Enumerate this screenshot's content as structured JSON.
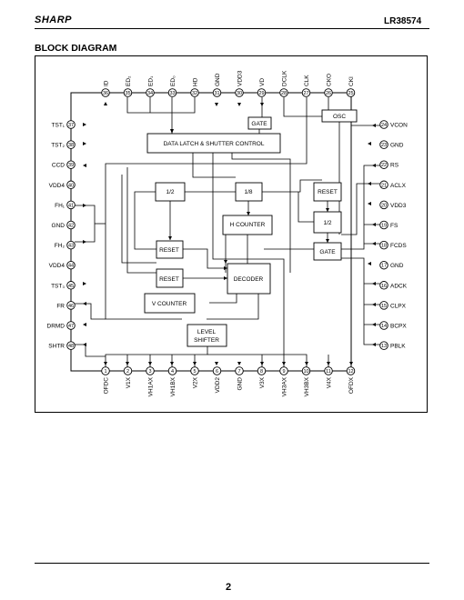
{
  "header": {
    "brand": "SHARP",
    "part_number": "LR38574"
  },
  "section_title": "BLOCK DIAGRAM",
  "page_number": "2",
  "pins": {
    "top": [
      {
        "n": "36",
        "name": "ID"
      },
      {
        "n": "35",
        "name": "ED₂"
      },
      {
        "n": "34",
        "name": "ED₁"
      },
      {
        "n": "33",
        "name": "ED₀"
      },
      {
        "n": "32",
        "name": "HD"
      },
      {
        "n": "31",
        "name": "GND"
      },
      {
        "n": "30",
        "name": "VDD3"
      },
      {
        "n": "29",
        "name": "VD"
      },
      {
        "n": "28",
        "name": "DCLK"
      },
      {
        "n": "27",
        "name": "CLK"
      },
      {
        "n": "26",
        "name": "CKO"
      },
      {
        "n": "25",
        "name": "CKI"
      }
    ],
    "left": [
      {
        "n": "37",
        "name": "TST₁"
      },
      {
        "n": "38",
        "name": "TST₂"
      },
      {
        "n": "39",
        "name": "CCD"
      },
      {
        "n": "40",
        "name": "VDD4"
      },
      {
        "n": "41",
        "name": "FH₁"
      },
      {
        "n": "42",
        "name": "GND"
      },
      {
        "n": "43",
        "name": "FH₂"
      },
      {
        "n": "44",
        "name": "VDD4"
      },
      {
        "n": "45",
        "name": "TST₃"
      },
      {
        "n": "46",
        "name": "FR"
      },
      {
        "n": "47",
        "name": "DRMD"
      },
      {
        "n": "48",
        "name": "SHTR"
      }
    ],
    "right": [
      {
        "n": "24",
        "name": "VCON"
      },
      {
        "n": "23",
        "name": "GND"
      },
      {
        "n": "22",
        "name": "RS"
      },
      {
        "n": "21",
        "name": "ACLX"
      },
      {
        "n": "20",
        "name": "VDD3"
      },
      {
        "n": "19",
        "name": "FS"
      },
      {
        "n": "18",
        "name": "FCDS"
      },
      {
        "n": "17",
        "name": "GND"
      },
      {
        "n": "16",
        "name": "ADCK"
      },
      {
        "n": "15",
        "name": "CLPX"
      },
      {
        "n": "14",
        "name": "BCPX"
      },
      {
        "n": "13",
        "name": "PBLK"
      }
    ],
    "bottom": [
      {
        "n": "1",
        "name": "OFDC"
      },
      {
        "n": "2",
        "name": "V1X"
      },
      {
        "n": "3",
        "name": "VH1AX"
      },
      {
        "n": "4",
        "name": "VH1BX"
      },
      {
        "n": "5",
        "name": "V2X"
      },
      {
        "n": "6",
        "name": "VDD2"
      },
      {
        "n": "7",
        "name": "GND"
      },
      {
        "n": "8",
        "name": "V3X"
      },
      {
        "n": "9",
        "name": "VH3AX"
      },
      {
        "n": "10",
        "name": "VH3BX"
      },
      {
        "n": "11",
        "name": "V4X"
      },
      {
        "n": "12",
        "name": "OFDX"
      }
    ]
  },
  "blocks": {
    "osc": "OSC",
    "gate_top": "GATE",
    "data_latch": "DATA LATCH & SHUTTER CONTROL",
    "div_half_left": "1/2",
    "div_eighth": "1/8",
    "reset_right_top": "RESET",
    "h_counter": "H COUNTER",
    "div_half_right": "1/2",
    "reset_mid": "RESET",
    "gate_right": "GATE",
    "reset_low": "RESET",
    "decoder": "DECODER",
    "v_counter": "V COUNTER",
    "level_shifter": [
      "LEVEL",
      "SHIFTER"
    ]
  }
}
